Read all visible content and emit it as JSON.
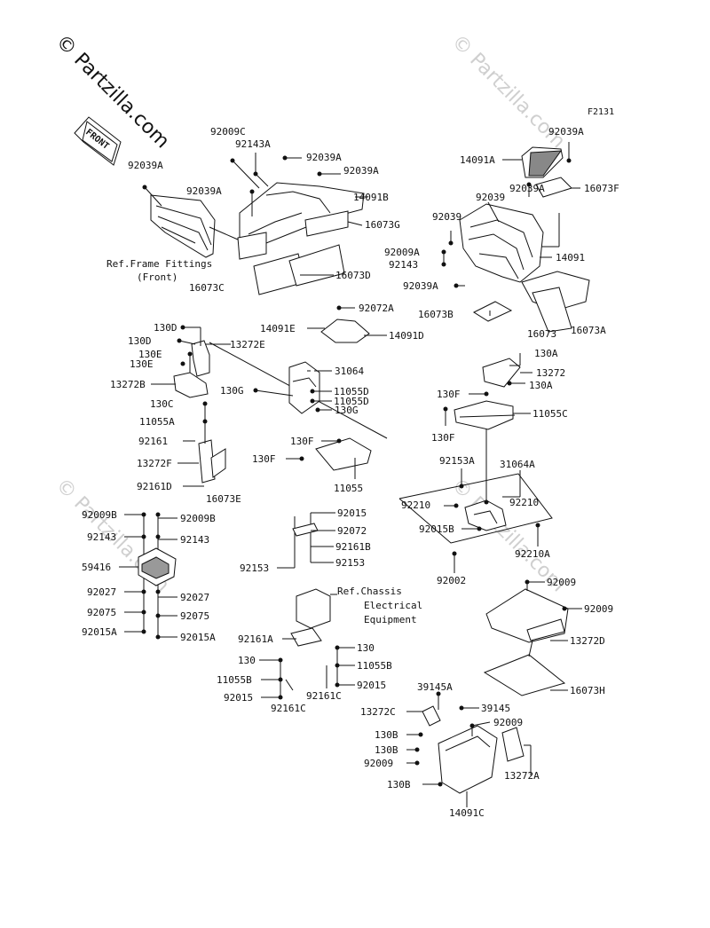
{
  "figure_code": "F2131",
  "watermarks": [
    "© Partzilla.com",
    "© Partzilla.com",
    "© Partzilla.com",
    "© Partzilla.com"
  ],
  "front_badge": "FRONT",
  "labels": {
    "l_92039A_1": "92039A",
    "l_92009C": "92009C",
    "l_92143A": "92143A",
    "l_92039A_2": "92039A",
    "l_92039A_3": "92039A",
    "l_92039A_4": "92039A",
    "l_14091B": "14091B",
    "l_16073G": "16073G",
    "l_ref_frame_1": "Ref.Frame Fittings",
    "l_ref_frame_2": "(Front)",
    "l_16073D": "16073D",
    "l_16073C": "16073C",
    "l_92039A_5": "92039A",
    "l_14091A": "14091A",
    "l_16073F": "16073F",
    "l_92039A_6": "92039A",
    "l_92039_1": "92039",
    "l_92039_2": "92039",
    "l_92009A": "92009A",
    "l_92143": "92143",
    "l_14091": "14091",
    "l_92039A_7": "92039A",
    "l_16073B": "16073B",
    "l_16073": "16073",
    "l_16073A": "16073A",
    "l_92072A": "92072A",
    "l_14091E": "14091E",
    "l_14091D": "14091D",
    "l_130D_1": "130D",
    "l_130D_2": "130D",
    "l_13272E": "13272E",
    "l_130E_1": "130E",
    "l_130E_2": "130E",
    "l_13272B": "13272B",
    "l_31064": "31064",
    "l_130G_1": "130G",
    "l_11055D_1": "11055D",
    "l_11055D_2": "11055D",
    "l_130G_2": "130G",
    "l_130C": "130C",
    "l_11055A": "11055A",
    "l_92161": "92161",
    "l_13272F": "13272F",
    "l_92161D": "92161D",
    "l_16073E": "16073E",
    "l_130F_1": "130F",
    "l_130F_2": "130F",
    "l_11055": "11055",
    "l_130A_1": "130A",
    "l_13272": "13272",
    "l_130A_2": "130A",
    "l_130F_3": "130F",
    "l_11055C": "11055C",
    "l_130F_4": "130F",
    "l_92153A": "92153A",
    "l_31064A": "31064A",
    "l_92210_1": "92210",
    "l_92210_2": "92210",
    "l_92015B": "92015B",
    "l_92210A": "92210A",
    "l_92002": "92002",
    "l_92009B_1": "92009B",
    "l_92009B_2": "92009B",
    "l_92143_L": "92143",
    "l_92143_R": "92143",
    "l_59416": "59416",
    "l_92027_L": "92027",
    "l_92027_R": "92027",
    "l_92075_L": "92075",
    "l_92075_R": "92075",
    "l_92015A_L": "92015A",
    "l_92015A_R": "92015A",
    "l_92015_1": "92015",
    "l_92072": "92072",
    "l_92161B": "92161B",
    "l_92153_1": "92153",
    "l_92153_2": "92153",
    "l_ref_chassis_1": "Ref.Chassis",
    "l_ref_chassis_2": "Electrical",
    "l_ref_chassis_3": "Equipment",
    "l_92161A": "92161A",
    "l_130_1": "130",
    "l_130_2": "130",
    "l_11055B_1": "11055B",
    "l_11055B_2": "11055B",
    "l_92015_2": "92015",
    "l_92015_3": "92015",
    "l_92161C_1": "92161C",
    "l_92161C_2": "92161C",
    "l_92009_1": "92009",
    "l_92009_2": "92009",
    "l_13272D": "13272D",
    "l_16073H": "16073H",
    "l_39145A": "39145A",
    "l_39145": "39145",
    "l_13272C": "13272C",
    "l_92009_3": "92009",
    "l_130B_1": "130B",
    "l_130B_2": "130B",
    "l_92009_4": "92009",
    "l_13272A": "13272A",
    "l_130B_3": "130B",
    "l_14091C": "14091C"
  }
}
